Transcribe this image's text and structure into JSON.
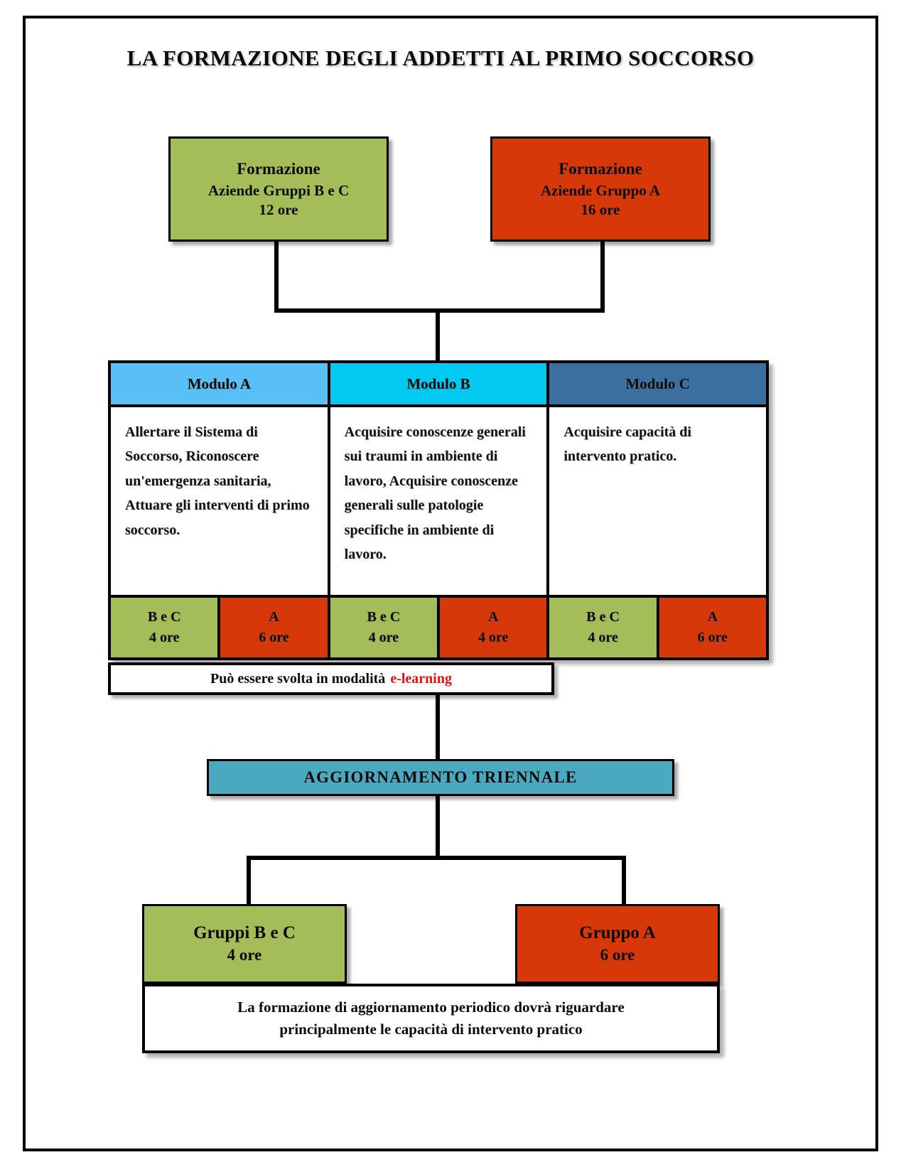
{
  "title": "LA FORMAZIONE DEGLI ADDETTI AL PRIMO SOCCORSO",
  "top_boxes": {
    "bc": {
      "line1": "Formazione",
      "line2": "Aziende Gruppi B e C",
      "line3": "12 ore",
      "color": "#a4bd58"
    },
    "a": {
      "line1": "Formazione",
      "line2": "Aziende Gruppo A",
      "line3": "16 ore",
      "color": "#d6380a"
    }
  },
  "modules": [
    {
      "header": "Modulo A",
      "header_color": "#59c0f7",
      "body": "Allertare il Sistema di Soccorso, Riconoscere un'emergenza sanitaria, Attuare gli interventi di primo soccorso.",
      "hours": [
        {
          "label": "B e C",
          "value": "4 ore",
          "color": "#a4bd58"
        },
        {
          "label": "A",
          "value": "6 ore",
          "color": "#d6380a"
        }
      ]
    },
    {
      "header": "Modulo B",
      "header_color": "#01c9f0",
      "body": "Acquisire conoscenze generali sui traumi in ambiente di lavoro, Acquisire conoscenze generali sulle patologie specifiche in ambiente di lavoro.",
      "hours": [
        {
          "label": "B e C",
          "value": "4 ore",
          "color": "#a4bd58"
        },
        {
          "label": "A",
          "value": "4 ore",
          "color": "#d6380a"
        }
      ]
    },
    {
      "header": "Modulo C",
      "header_color": "#3a6fa0",
      "body": "Acquisire capacità di intervento pratico.",
      "hours": [
        {
          "label": "B e C",
          "value": "4 ore",
          "color": "#a4bd58"
        },
        {
          "label": "A",
          "value": "6 ore",
          "color": "#d6380a"
        }
      ]
    }
  ],
  "elearning": {
    "text": "Può essere svolta in modalità",
    "accent": "e-learning",
    "accent_color": "#e8120c"
  },
  "aggiornamento": {
    "label": "AGGIORNAMENTO TRIENNALE",
    "color": "#4ba9bf"
  },
  "bottom_boxes": {
    "bc": {
      "line1": "Gruppi B e C",
      "line2": "4 ore",
      "color": "#a4bd58"
    },
    "a": {
      "line1": "Gruppo A",
      "line2": "6 ore",
      "color": "#d6380a"
    }
  },
  "bottom_note": {
    "line1": "La formazione di aggiornamento periodico dovrà riguardare",
    "line2": "principalmente le capacità di intervento pratico"
  }
}
